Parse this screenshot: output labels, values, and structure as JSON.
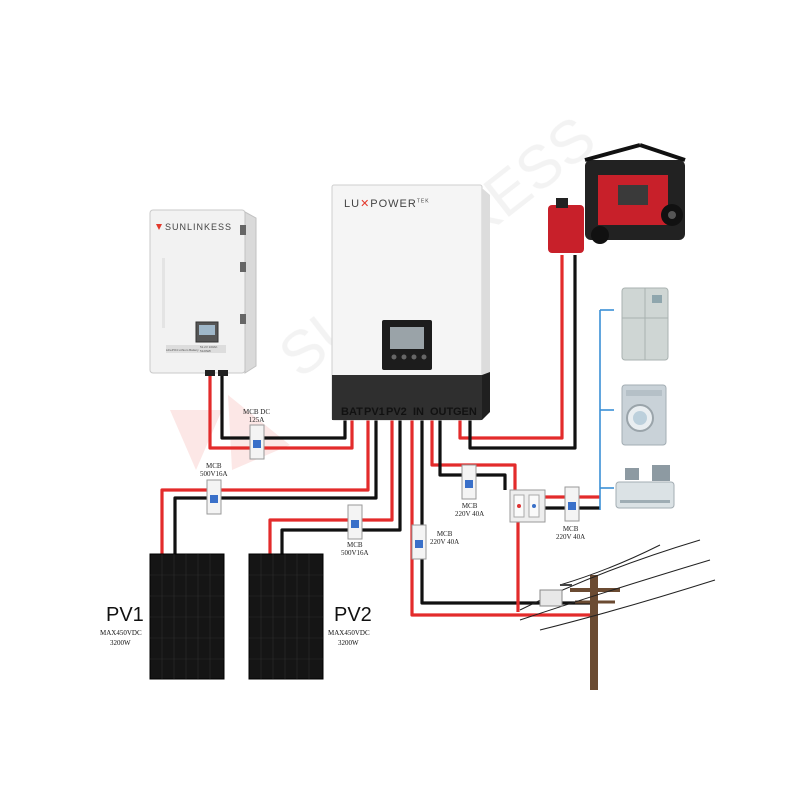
{
  "inverter": {
    "brand_prefix": "LU",
    "brand_mid": "POWER",
    "brand_suffix": "TEK",
    "ports": [
      "BAT",
      "PV1",
      "PV2",
      "IN",
      "OUT",
      "GEN"
    ]
  },
  "battery": {
    "brand": "SUNLINKESS",
    "line1": "LiFePO4 Lithium Battery",
    "line2": "51.2V 100Ah",
    "line3": "5120Wh"
  },
  "breakers": {
    "bat_dc": {
      "line1": "MCB  DC",
      "line2": "125A"
    },
    "pv1": {
      "line1": "MCB",
      "line2": "500V16A"
    },
    "pv2": {
      "line1": "MCB",
      "line2": "500V16A"
    },
    "in_ac": {
      "line1": "MCB",
      "line2": "220V  40A"
    },
    "out_ac": {
      "line1": "MCB",
      "line2": "220V  40A"
    },
    "load_ac": {
      "line1": "MCB",
      "line2": "220V  40A"
    }
  },
  "panels": [
    {
      "name": "PV1",
      "spec1": "MAX450VDC",
      "spec2": "3200W"
    },
    {
      "name": "PV2",
      "spec1": "MAX450VDC",
      "spec2": "3200W"
    }
  ],
  "watermark": "SUNLINKESS",
  "colors": {
    "positive_wire": "#e32b2b",
    "negative_wire": "#111111",
    "load_line": "#3a8fd6",
    "panel": "#151515",
    "inverter_body": "#f5f5f5",
    "inverter_base": "#2f2f2f",
    "generator_red": "#c8202a"
  }
}
